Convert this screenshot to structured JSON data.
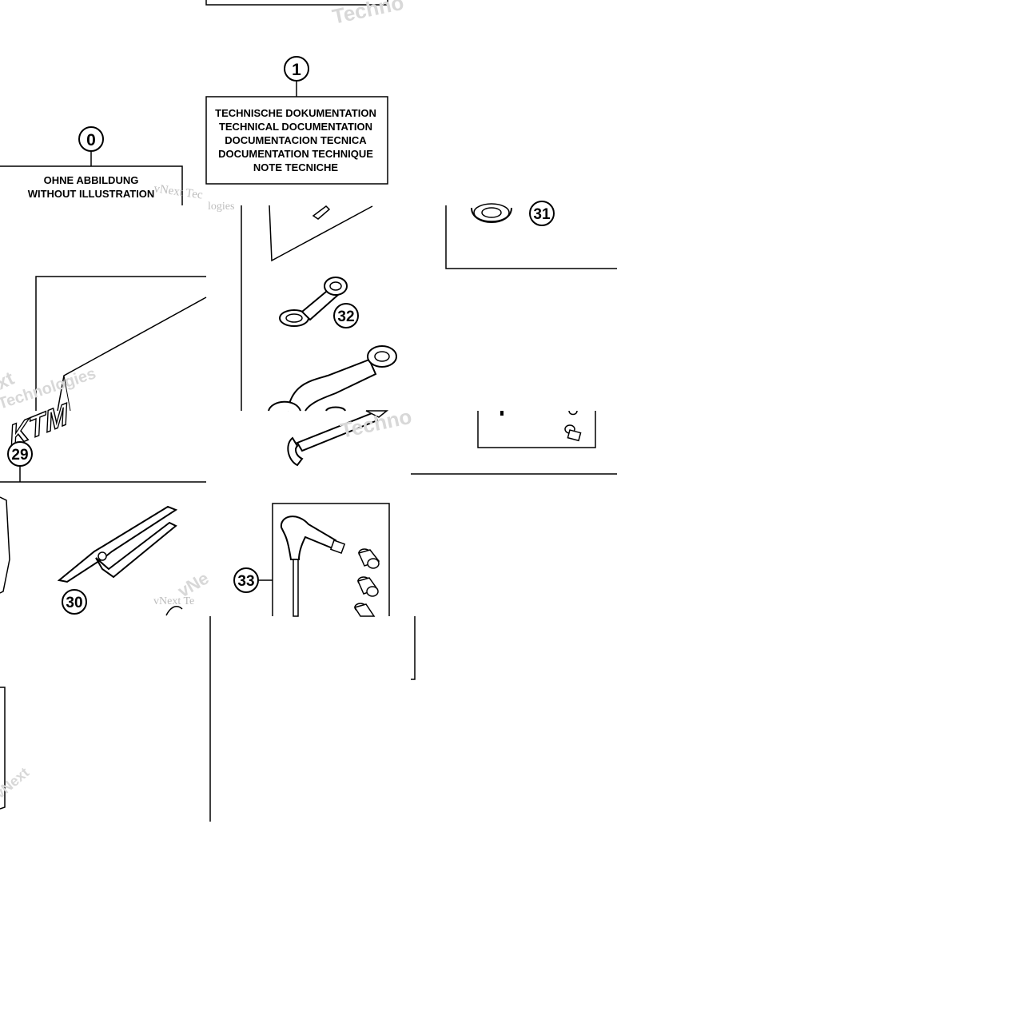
{
  "callouts": {
    "c0": "0",
    "c1": "1",
    "c29": "29",
    "c30": "30",
    "c31": "31",
    "c32": "32",
    "c33": "33"
  },
  "box0": {
    "line1": "OHNE ABBILDUNG",
    "line2": "WITHOUT ILLUSTRATION"
  },
  "box1": {
    "line1": "TECHNISCHE DOKUMENTATION",
    "line2": "TECHNICAL DOCUMENTATION",
    "line3": "DOCUMENTACION TECNICA",
    "line4": "DOCUMENTATION TECHNIQUE",
    "line5": "NOTE TECNICHE"
  },
  "logos": {
    "ktm": "KTM"
  },
  "watermarks": {
    "w1": "Techno",
    "w2": "vNext Tec",
    "w3": "Technologies",
    "w4": "vNext",
    "w5": "Techno",
    "w6": "vNext Te",
    "w7": "logies",
    "w8": "xt",
    "w9": "vNe"
  },
  "colors": {
    "ink": "#000000",
    "paper": "#ffffff",
    "watermark": "#d8d8d8"
  }
}
